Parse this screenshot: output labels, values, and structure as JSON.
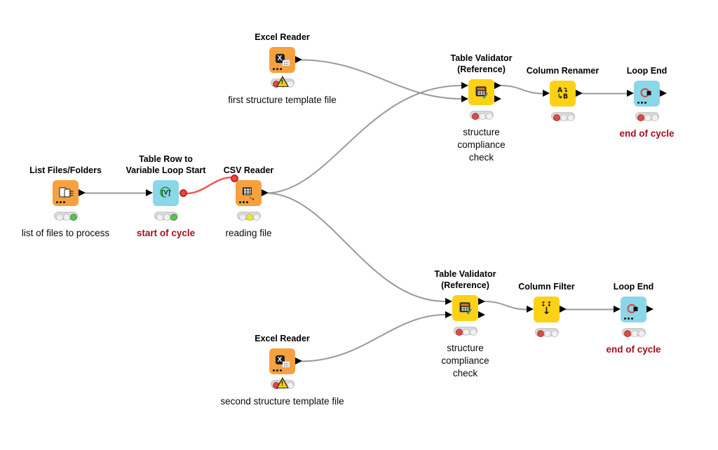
{
  "app": {
    "name": "KNIME workflow canvas",
    "background": "#ffffff"
  },
  "colors": {
    "source_node": "#F6A13F",
    "manipulator_node": "#FCD116",
    "loop_node": "#8AD7E8",
    "status_red": "#DB4C44",
    "status_green": "#5DBE53",
    "status_yellow": "#EAE63F",
    "status_off": "#F1F1F1",
    "status_track": "#DADADA",
    "connection": "#9A9A9A",
    "flow_variable_connection": "#F4514C",
    "flow_variable_port": "#EA453E",
    "annotation_red": "#A50E1E",
    "annotation_black": "#0A0A0A",
    "warning_triangle": "#F6CE06"
  },
  "icons": {
    "excel_x": "X",
    "csv_arrow": "→",
    "loop_start_v": "[V]",
    "validator_check": "✓",
    "renamer_line1": "A↴",
    "renamer_line2": "↳B",
    "filter_arrows_small": "↧↧",
    "filter_arrow_large": "↓",
    "warning_mark": "!"
  },
  "nodes": {
    "list_files_folders": {
      "title": "List Files/Folders",
      "label": "list of files to process",
      "type": "source",
      "status": "green"
    },
    "table_row_to_variable_loop_start": {
      "title": "Table Row to\nVariable Loop Start",
      "label": "start of cycle",
      "type": "loop-start",
      "status": "green"
    },
    "csv_reader": {
      "title": "CSV Reader",
      "label": "reading file",
      "type": "source",
      "status": "yellow"
    },
    "excel_reader_top": {
      "title": "Excel Reader",
      "label": "first structure template file",
      "type": "source",
      "status": "red",
      "warning": true
    },
    "table_validator_top": {
      "title": "Table Validator\n(Reference)",
      "label": "structure\ncompliance\ncheck",
      "type": "manipulator",
      "status": "red"
    },
    "column_renamer": {
      "title": "Column Renamer",
      "label": "",
      "type": "manipulator",
      "status": "red"
    },
    "loop_end_top": {
      "title": "Loop End",
      "label": "end of cycle",
      "type": "loop-end",
      "status": "red"
    },
    "table_validator_bottom": {
      "title": "Table Validator\n(Reference)",
      "label": "structure\ncompliance\ncheck",
      "type": "manipulator",
      "status": "red"
    },
    "column_filter": {
      "title": "Column Filter",
      "label": "",
      "type": "manipulator",
      "status": "red"
    },
    "loop_end_bottom": {
      "title": "Loop End",
      "label": "end of cycle",
      "type": "loop-end",
      "status": "red"
    },
    "excel_reader_bottom": {
      "title": "Excel Reader",
      "label": "second structure template file",
      "type": "source",
      "status": "red",
      "warning": true
    }
  },
  "connections": [
    {
      "from": "list_files_folders",
      "to": "table_row_to_variable_loop_start",
      "type": "data"
    },
    {
      "from": "table_row_to_variable_loop_start",
      "to": "csv_reader",
      "type": "flow-variable"
    },
    {
      "from": "csv_reader",
      "to": "table_validator_top",
      "to_port": 1,
      "type": "data"
    },
    {
      "from": "csv_reader",
      "to": "table_validator_bottom",
      "to_port": 1,
      "type": "data"
    },
    {
      "from": "excel_reader_top",
      "to": "table_validator_top",
      "to_port": 2,
      "type": "data"
    },
    {
      "from": "table_validator_top",
      "to": "column_renamer",
      "type": "data"
    },
    {
      "from": "column_renamer",
      "to": "loop_end_top",
      "type": "data"
    },
    {
      "from": "excel_reader_bottom",
      "to": "table_validator_bottom",
      "to_port": 2,
      "type": "data"
    },
    {
      "from": "table_validator_bottom",
      "to": "column_filter",
      "type": "data"
    },
    {
      "from": "column_filter",
      "to": "loop_end_bottom",
      "type": "data"
    }
  ]
}
